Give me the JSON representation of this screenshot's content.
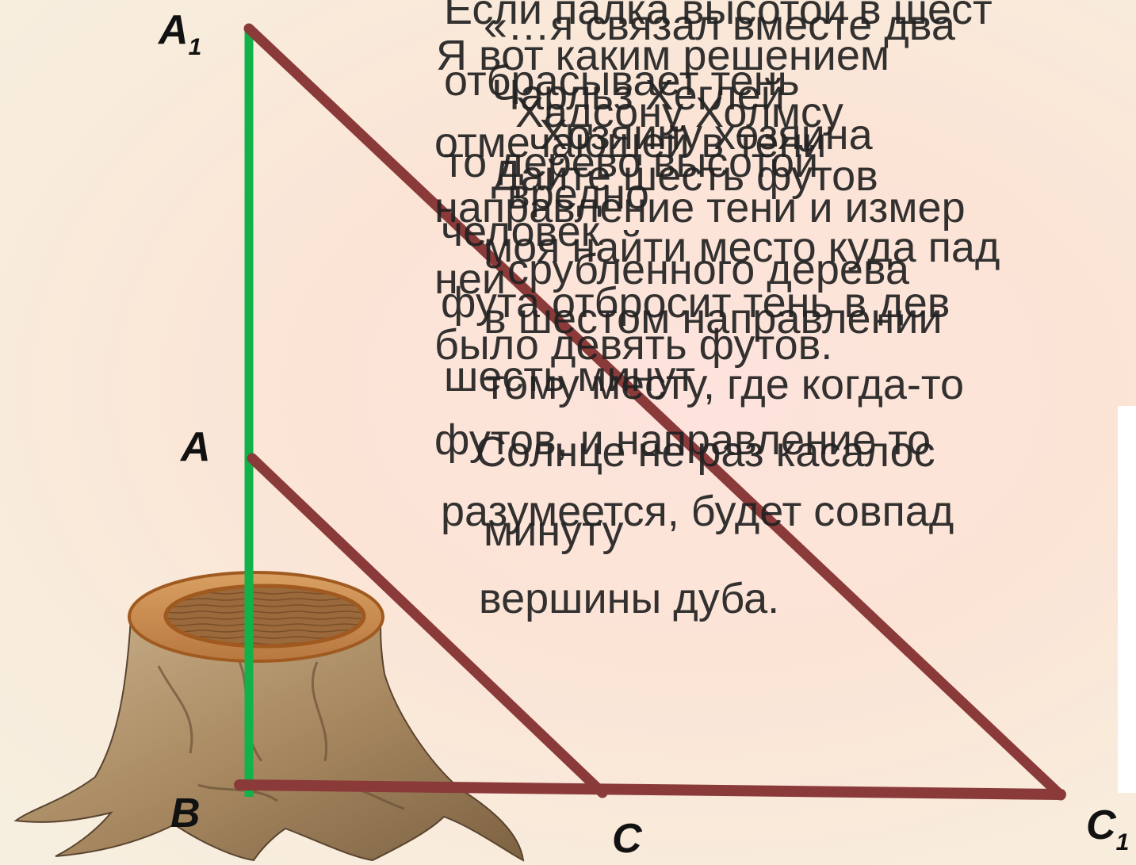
{
  "labels": {
    "A1": "A",
    "A1_sub": "1",
    "A": "A",
    "B": "B",
    "C": "C",
    "C1": "C",
    "C1_sub": "1"
  },
  "colors": {
    "green_line": "#12b24a",
    "triangle": "#8b3a3a",
    "background": "#fbe4d6"
  },
  "icons": {
    "stump": "tree-stump-icon"
  },
  "text_fragments": [
    "Если палка высотой в шест",
    "«…я связал вместе два",
    "Я вот каким решением",
    "отбрасывает тень",
    "Чарльз Хеглей",
    "Хадсону Холмсу",
    "Хозяину хозяина",
    "отмечающей в тени",
    "то дерево высотой",
    "Дайте шесть футов",
    "направление тени и измер",
    "вредно",
    "человек",
    "моя найти место куда пад",
    "срубленного дерева",
    "ней",
    "фута отбросит тень в дев",
    "в шестом направлении",
    "было девять футов.",
    "шесть минут",
    "тому месту, где когда-то",
    "футов, и направление то",
    "Солнце не раз касалос",
    "разумеется, будет совпад",
    "минуту",
    "вершины дуба."
  ]
}
